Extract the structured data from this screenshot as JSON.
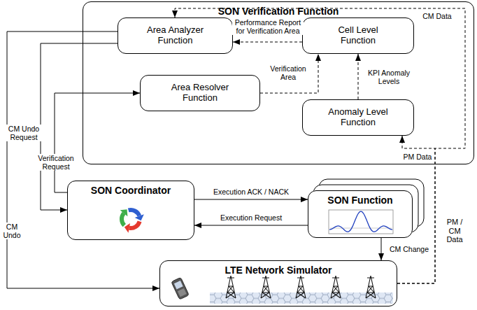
{
  "diagram": {
    "nodes": [
      {
        "text": [
          "SON Verification Function"
        ]
      },
      {
        "text": [
          "Area Analyzer Function"
        ],
        "in": 0
      },
      {
        "text": [
          "Cell Level Function"
        ],
        "in": 0
      },
      {
        "text": [
          "Area Resolver Function"
        ],
        "in": 0
      },
      {
        "text": [
          "Anomaly Level Function"
        ],
        "in": 0
      },
      {
        "text": [
          "SON Coordinator"
        ]
      },
      {
        "text": [
          "SON Function"
        ]
      },
      {
        "text": [
          "LTE Network Simulator"
        ]
      }
    ],
    "edges": [
      {
        "from": 7,
        "to": 1,
        "label": "CM Data",
        "arrow": "to"
      },
      {
        "from": 2,
        "to": 1,
        "label": "Performance Report for Verification Area",
        "arrow": "to"
      },
      {
        "from": 3,
        "to": 2,
        "label": "Verification Area",
        "arrow": "to"
      },
      {
        "from": 4,
        "to": 2,
        "label": "KPI Anomaly Levels",
        "arrow": "to"
      },
      {
        "from": 7,
        "to": 4,
        "label": "PM Data",
        "arrow": "to"
      },
      {
        "from": 5,
        "to": 3,
        "label": "Verification Request",
        "arrow": "to"
      },
      {
        "from": 1,
        "to": 5,
        "label": "CM Undo Request",
        "arrow": "to"
      },
      {
        "from": 1,
        "to": 7,
        "label": "CM Undo",
        "arrow": "to"
      },
      {
        "from": 5,
        "to": 6,
        "label": "Execution ACK / NACK",
        "arrow": "to"
      },
      {
        "from": 6,
        "to": 5,
        "label": "Execution Request",
        "arrow": "to"
      },
      {
        "from": 6,
        "to": 7,
        "label": "CM Change",
        "arrow": "to"
      }
    ],
    "labels": [
      "PM / CM Data"
    ]
  }
}
